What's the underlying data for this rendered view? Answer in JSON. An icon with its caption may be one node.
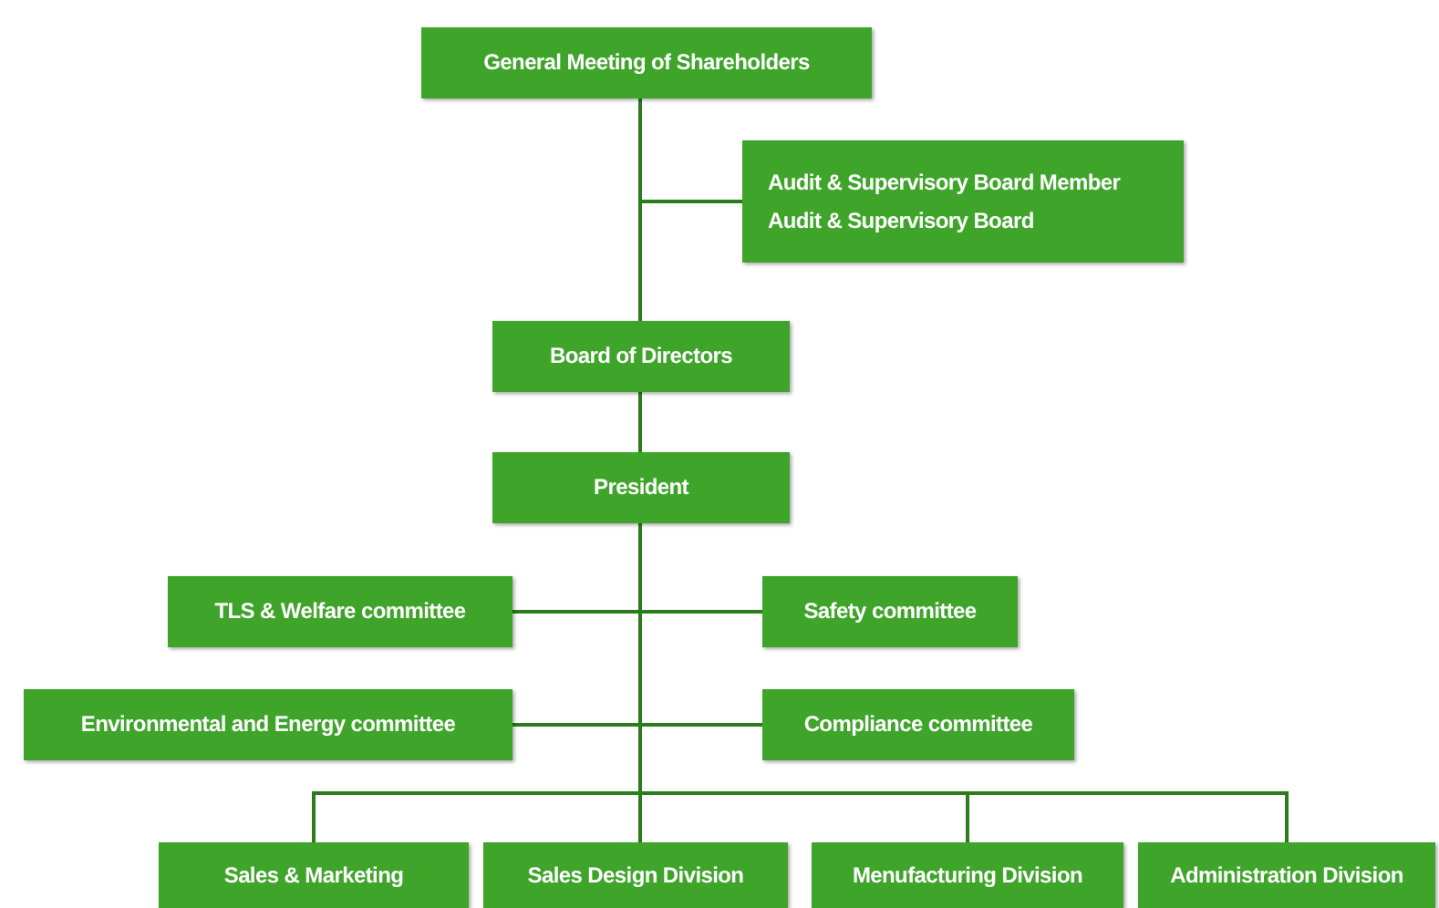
{
  "diagram": {
    "nodes": [
      {
        "text": [
          "General Meeting of Shareholders"
        ]
      },
      {
        "text": [
          "Audit & Supervisory Board Member",
          "Audit & Supervisory Board"
        ]
      },
      {
        "text": [
          "Board of Directors"
        ]
      },
      {
        "text": [
          "President"
        ]
      },
      {
        "text": [
          "TLS & Welfare committee"
        ]
      },
      {
        "text": [
          "Safety committee"
        ]
      },
      {
        "text": [
          "Environmental and Energy committee"
        ]
      },
      {
        "text": [
          "Compliance committee"
        ]
      },
      {
        "text": [
          "Sales & Marketing"
        ]
      },
      {
        "text": [
          "Sales Design Division"
        ]
      },
      {
        "text": [
          "Menufacturing Division"
        ]
      },
      {
        "text": [
          "Administration Division"
        ]
      }
    ],
    "edges": [
      {
        "from": 0,
        "to": 1,
        "arrow": "none"
      },
      {
        "from": 0,
        "to": 2,
        "arrow": "none"
      },
      {
        "from": 2,
        "to": 3,
        "arrow": "none"
      },
      {
        "from": 3,
        "to": 4,
        "arrow": "none"
      },
      {
        "from": 3,
        "to": 5,
        "arrow": "none"
      },
      {
        "from": 3,
        "to": 6,
        "arrow": "none"
      },
      {
        "from": 3,
        "to": 7,
        "arrow": "none"
      },
      {
        "from": 3,
        "to": 8,
        "arrow": "none"
      },
      {
        "from": 3,
        "to": 9,
        "arrow": "none"
      },
      {
        "from": 3,
        "to": 10,
        "arrow": "none"
      },
      {
        "from": 3,
        "to": 11,
        "arrow": "none"
      }
    ]
  }
}
